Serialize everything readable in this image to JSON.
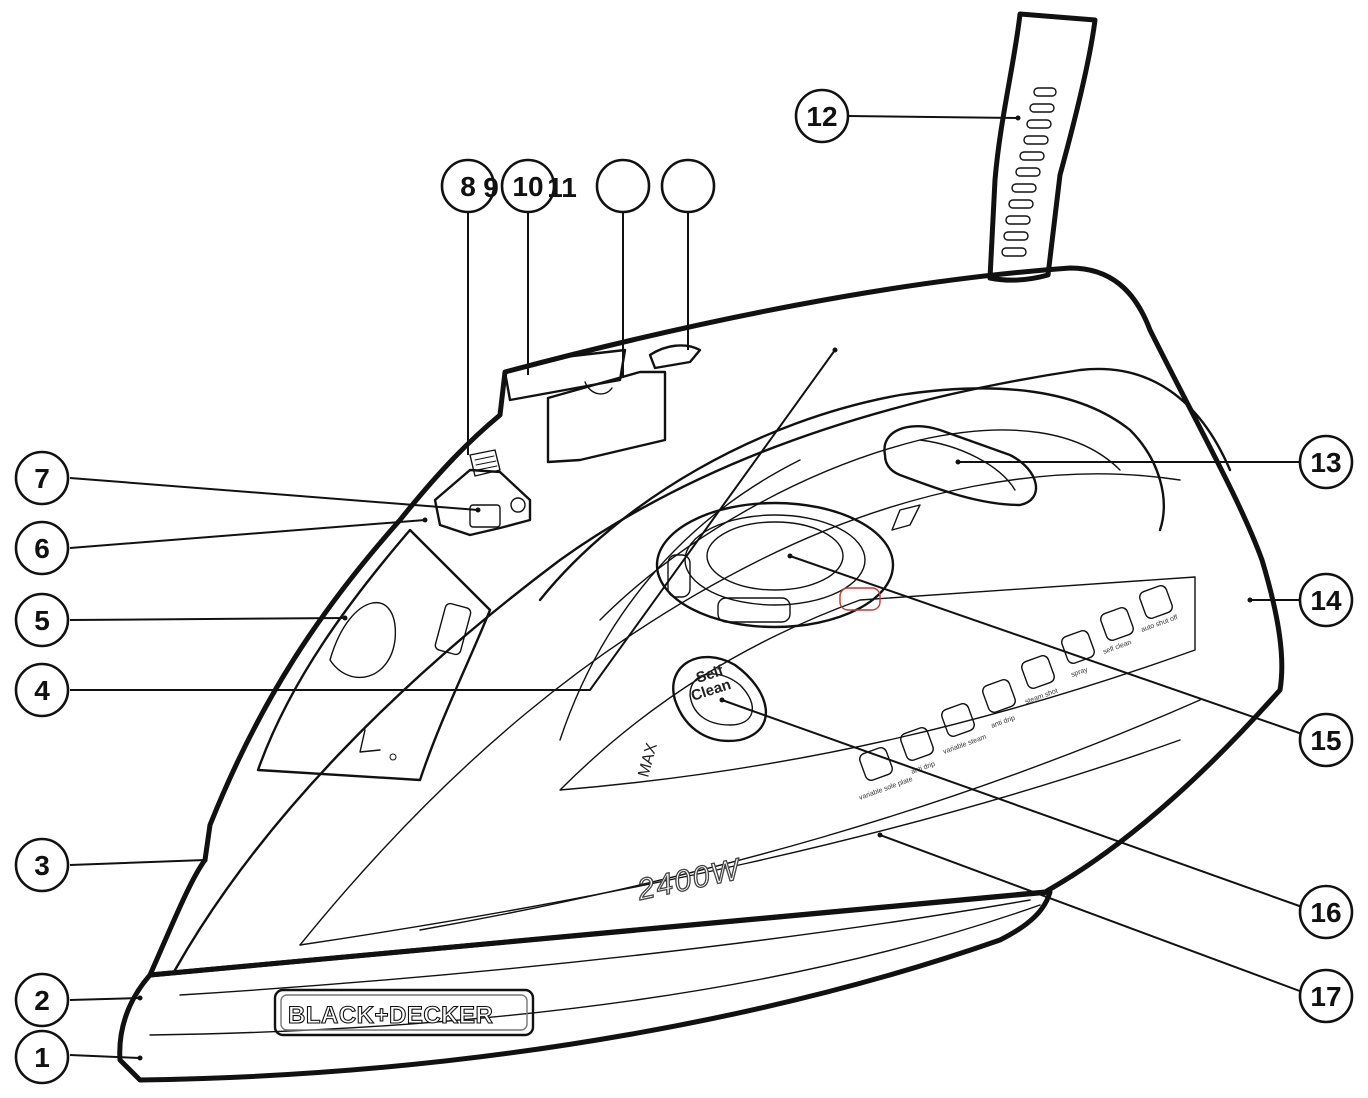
{
  "diagram": {
    "subject": "Steam iron parts diagram",
    "callouts": [
      {
        "id": "c1",
        "label": "1"
      },
      {
        "id": "c2",
        "label": "2"
      },
      {
        "id": "c3",
        "label": "3"
      },
      {
        "id": "c4",
        "label": "4"
      },
      {
        "id": "c5",
        "label": "5"
      },
      {
        "id": "c6",
        "label": "6"
      },
      {
        "id": "c7",
        "label": "7"
      },
      {
        "id": "c8",
        "label": "8"
      },
      {
        "id": "c12",
        "label": "12"
      },
      {
        "id": "c13",
        "label": "13"
      },
      {
        "id": "c14",
        "label": "14"
      },
      {
        "id": "c15",
        "label": "15"
      },
      {
        "id": "c16",
        "label": "16"
      },
      {
        "id": "c17",
        "label": "17"
      },
      {
        "id": "c10",
        "label": "10"
      }
    ],
    "loose_labels": {
      "nine": "9",
      "eleven": "11"
    },
    "product_text": {
      "brand": "BLACK+DECKER",
      "wattage": "2400W",
      "max_mark": "MAX",
      "self_clean_line1": "Self",
      "self_clean_line2": "Clean"
    },
    "panel_icons": [
      {
        "id": "variable-sole-plate",
        "caption": "variable sole plate"
      },
      {
        "id": "anti-drip",
        "caption": "anti drip"
      },
      {
        "id": "variable-steam",
        "caption": "variable steam"
      },
      {
        "id": "anti-drip-2",
        "caption": "anti drip"
      },
      {
        "id": "steam-shot",
        "caption": "steam shot"
      },
      {
        "id": "spray",
        "caption": "spray"
      },
      {
        "id": "self-clean",
        "caption": "self clean"
      },
      {
        "id": "auto-shut-off",
        "caption": "auto shut off"
      }
    ]
  }
}
